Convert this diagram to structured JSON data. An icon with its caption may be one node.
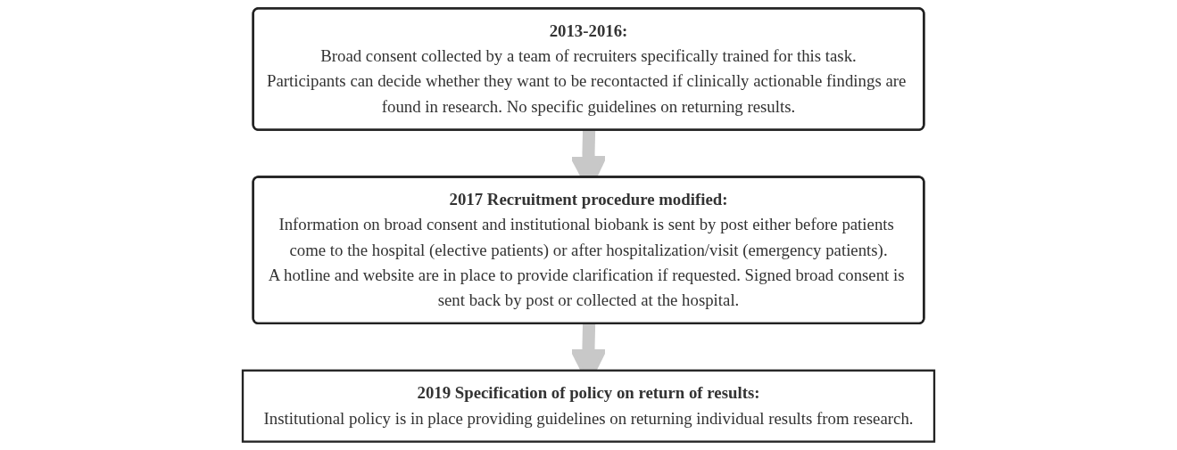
{
  "diagram": {
    "nodes": [
      {
        "text": [
          "2013-2016:",
          "Broad consent collected by a team of recruiters specifically trained for this task.",
          "Participants can decide whether they want to be recontacted if clinically actionable findings are found in research. No specific guidelines on returning results."
        ]
      },
      {
        "text": [
          "2017 Recruitment procedure modified:",
          "Information on broad consent and institutional biobank is sent by post either before patients come to the hospital (elective patients) or after hospitalization/visit (emergency patients).",
          "A hotline and website are in place to provide clarification if requested. Signed broad consent is sent back by post or collected at the hospital."
        ]
      },
      {
        "text": [
          "2019 Specification of policy on return of results:",
          "Institutional policy is in place providing guidelines on returning individual results from research."
        ]
      }
    ],
    "edges": [
      {
        "from": 0,
        "to": 1,
        "arrow": "to"
      },
      {
        "from": 1,
        "to": 2,
        "arrow": "to"
      }
    ]
  }
}
